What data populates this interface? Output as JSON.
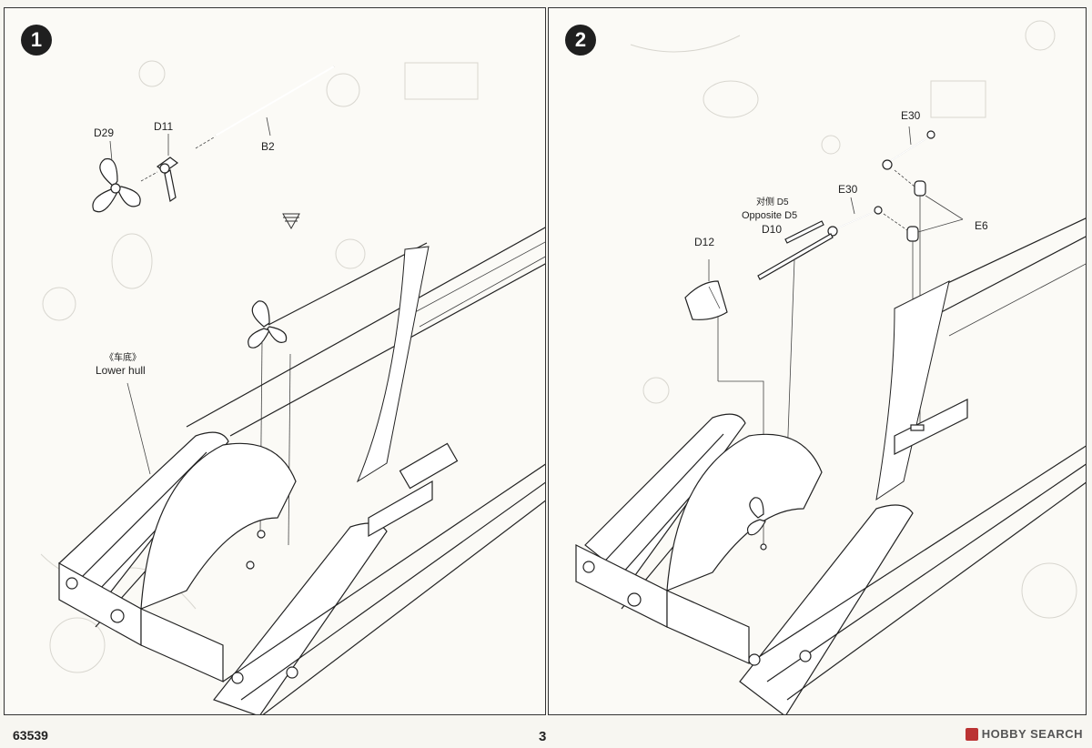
{
  "panels": [
    {
      "step": "1",
      "labels": {
        "d29": "D29",
        "d11": "D11",
        "b2": "B2",
        "lower_hull_cn": "《车底》",
        "lower_hull_en": "Lower hull"
      }
    },
    {
      "step": "2",
      "labels": {
        "e30_top": "E30",
        "e30_mid": "E30",
        "e6": "E6",
        "d12": "D12",
        "d10": "D10",
        "opposite_cn": "对侧 D5",
        "opposite_en": "Opposite D5"
      }
    }
  ],
  "footer": {
    "product_code": "63539",
    "page_number": "3"
  },
  "watermark": {
    "text": "HOBBY SEARCH"
  }
}
